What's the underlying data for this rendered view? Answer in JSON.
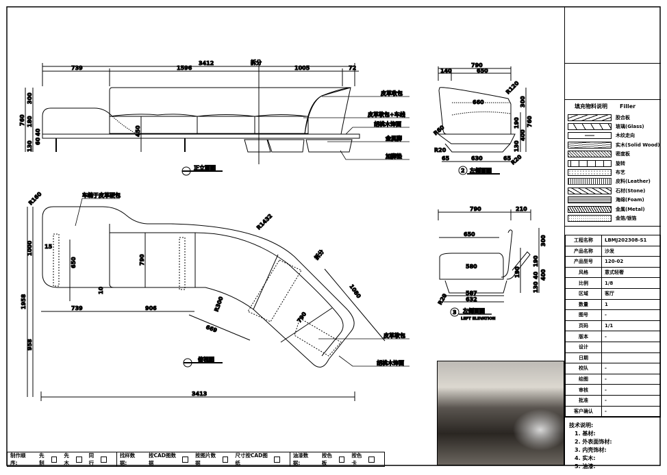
{
  "front_view": {
    "title": "正立面图",
    "split_label": "拆分",
    "dims": {
      "total": "3412",
      "d1": "739",
      "d2": "1596",
      "d3": "1005",
      "d4": "72",
      "h_total": "760",
      "h_back": "300",
      "h_seat": "180",
      "h_base": "130",
      "h_a": "60",
      "h_b": "40",
      "h_seat_full": "450"
    },
    "callouts": [
      "皮革收包",
      "皮革软包+车线",
      "胡桃木饰面",
      "金属脚",
      "加脚垫"
    ]
  },
  "side_view": {
    "title": "左侧面图",
    "number": "2",
    "dims": {
      "w": "790",
      "a": "140",
      "b": "650",
      "seat": "660",
      "r1": "R120",
      "h_back": "300",
      "h_seat": "190",
      "h_total": "760",
      "h_base": "400",
      "h_low": "130",
      "r2": "R60",
      "r3": "R20",
      "r4": "R20",
      "l": "65",
      "mid": "630",
      "r": "65"
    }
  },
  "section_view": {
    "title": "左侧面图",
    "subtitle": "LEFT ELEVATION",
    "number": "3",
    "dims": {
      "w": "790",
      "ext": "210",
      "a": "650",
      "seat": "580",
      "h_back": "300",
      "h_seat": "190",
      "h_base": "400",
      "h_low": "130",
      "h_x": "40",
      "r": "R20",
      "b1": "587",
      "b2": "632",
      "h_arm": "190"
    }
  },
  "plan_view": {
    "title": "俯视图",
    "split_label": "拆分",
    "note": "车缝于皮革硬包",
    "dims": {
      "r1": "R160",
      "t": "15",
      "depth_left": "650",
      "h1": "1000",
      "h_total": "1958",
      "h2": "958",
      "gap": "10",
      "depth_mid": "790",
      "w1": "739",
      "w2": "906",
      "arc": "R1432",
      "len": "1080",
      "r2": "R300",
      "w3": "669",
      "depth_end": "790",
      "total": "3413"
    },
    "callouts": [
      "皮革软包",
      "胡桃木饰面"
    ]
  },
  "legend": {
    "title": "填充物料说明",
    "title_en": "Filler",
    "items": [
      "胶合板",
      "玻璃(Glass)",
      "木纹走向",
      "实木(Solid Wood)",
      "密度板",
      "旋转",
      "布艺",
      "皮料(Leather)",
      "石材(Stone)",
      "海绵(Foam)",
      "金属(Metal)",
      "金箔/银箔"
    ]
  },
  "info_table": [
    {
      "k": "工程名称",
      "v": "LBMJ202308-S1"
    },
    {
      "k": "产品名称",
      "v": "沙发"
    },
    {
      "k": "产品型号",
      "v": "120-02"
    },
    {
      "k": "风格",
      "v": "意式轻奢"
    },
    {
      "k": "比例",
      "v": "1/8"
    },
    {
      "k": "区域",
      "v": "客厅"
    },
    {
      "k": "数量",
      "v": "1"
    },
    {
      "k": "图号",
      "v": "-"
    },
    {
      "k": "页码",
      "v": "1/1"
    },
    {
      "k": "版本",
      "v": "-"
    },
    {
      "k": "设计",
      "v": ""
    },
    {
      "k": "日期",
      "v": ""
    },
    {
      "k": "校队",
      "v": "-"
    },
    {
      "k": "绘图",
      "v": "-"
    },
    {
      "k": "审核",
      "v": "-"
    },
    {
      "k": "批准",
      "v": "-"
    },
    {
      "k": "客户确认",
      "v": "-"
    }
  ],
  "tech_notes": {
    "title": "技术说明:",
    "items": [
      "1. 基材:",
      "2. 外表面饰材:",
      "3. 内壳饰材:",
      "4. 实木:",
      "5. 油漆:"
    ]
  },
  "bottom_bar": {
    "groups": [
      {
        "label": "制作顺序:",
        "options": [
          "先制",
          "先木",
          "同行"
        ]
      },
      {
        "label": "找样数据:",
        "options": [
          "按CAD图数据",
          "按图片数据",
          "尺寸按CAD图纸"
        ]
      },
      {
        "label": "油漆数据:",
        "options": [
          "按色板",
          "按色卡"
        ]
      }
    ]
  }
}
